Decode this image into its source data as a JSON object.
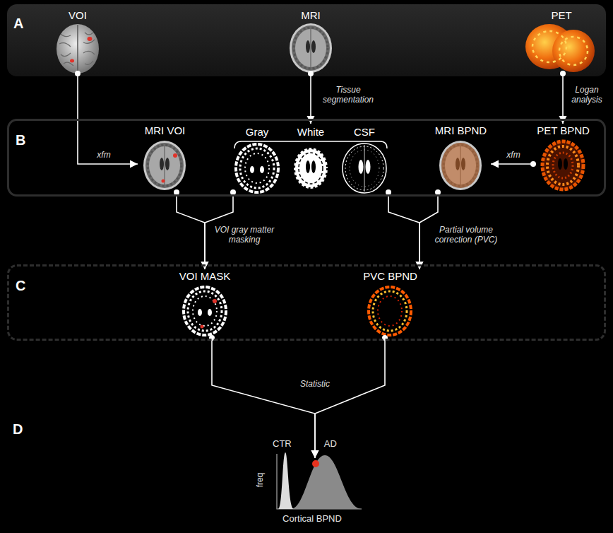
{
  "diagram": {
    "nodes": [
      {
        "text": [
          "A"
        ]
      },
      {
        "text": [
          "VOI"
        ],
        "in": 0
      },
      {
        "text": [
          "MRI"
        ],
        "in": 0
      },
      {
        "text": [
          "PET"
        ],
        "in": 0
      },
      {
        "text": [
          "B"
        ]
      },
      {
        "text": [
          "MRI VOI"
        ],
        "in": 4
      },
      {
        "text": [
          "Gray",
          "White",
          "CSF"
        ],
        "in": 4
      },
      {
        "text": [
          "MRI BPND"
        ],
        "in": 4
      },
      {
        "text": [
          "PET BPND"
        ],
        "in": 4
      },
      {
        "text": [
          "C"
        ]
      },
      {
        "text": [
          "VOI MASK"
        ],
        "in": 9
      },
      {
        "text": [
          "PVC BPND"
        ],
        "in": 9
      },
      {
        "text": [
          "CTR",
          "AD",
          "freq",
          "Cortical BPND"
        ]
      }
    ],
    "edges": [
      {
        "from": 1,
        "to": 5,
        "label": "xfm",
        "arrow": "to"
      },
      {
        "from": 2,
        "to": 6,
        "label": "Tissue segmentation",
        "arrow": "to"
      },
      {
        "from": 3,
        "to": 8,
        "label": "Logan analysis",
        "arrow": "to"
      },
      {
        "from": 8,
        "to": 7,
        "label": "xfm",
        "arrow": "to"
      },
      {
        "from": 5,
        "to": 10,
        "label": "VOI gray matter masking",
        "arrow": "to"
      },
      {
        "from": 6,
        "to": 10,
        "arrow": "to"
      },
      {
        "from": 6,
        "to": 11,
        "arrow": "to"
      },
      {
        "from": 7,
        "to": 11,
        "label": "Partial volume correction (PVC)",
        "arrow": "to"
      },
      {
        "from": 10,
        "to": 12,
        "label": "Statistic",
        "arrow": "to"
      },
      {
        "from": 11,
        "to": 12,
        "arrow": "to"
      }
    ],
    "labels": [
      "D"
    ]
  }
}
